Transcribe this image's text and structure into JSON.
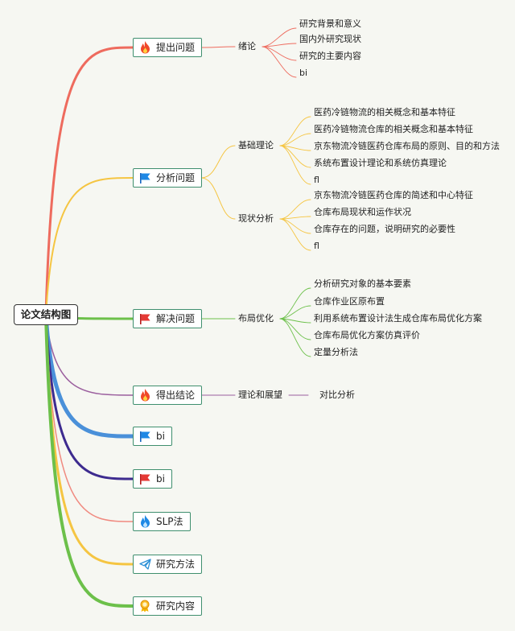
{
  "root": "论文结构图",
  "branches": [
    {
      "label": "提出问题",
      "icon": "fire-icon",
      "color": "#ee6b5e",
      "sub": [
        {
          "label": "绪论",
          "leaves": [
            "研究背景和意义",
            "国内外研究现状",
            "研究的主要内容",
            "bi"
          ]
        }
      ]
    },
    {
      "label": "分析问题",
      "icon": "blue-flag-icon",
      "color": "#f5c542",
      "sub": [
        {
          "label": "基础理论",
          "leaves": [
            "医药冷链物流的相关概念和基本特征",
            "医药冷链物流仓库的相关概念和基本特征",
            "京东物流冷链医药仓库布局的原则、目的和方法",
            "系统布置设计理论和系统仿真理论",
            "fl"
          ]
        },
        {
          "label": "现状分析",
          "leaves": [
            "京东物流冷链医药仓库的简述和中心特征",
            "仓库布局现状和运作状况",
            "仓库存在的问题，说明研究的必要性",
            "fl"
          ]
        }
      ]
    },
    {
      "label": "解决问题",
      "icon": "red-flag-icon",
      "color": "#6cc04a",
      "sub": [
        {
          "label": "布局优化",
          "leaves": [
            "分析研究对象的基本要素",
            "仓库作业区原布置",
            "利用系统布置设计法生成仓库布局优化方案",
            "仓库布局优化方案仿真评价",
            "定量分析法"
          ]
        }
      ]
    },
    {
      "label": "得出结论",
      "icon": "fire-icon",
      "color": "#9b5f9e",
      "sub": [
        {
          "label": "理论和展望",
          "leaves": [
            "对比分析"
          ]
        }
      ]
    },
    {
      "label": "bi",
      "icon": "blue-flag-icon",
      "color": "#4a90d9",
      "sub": []
    },
    {
      "label": "bi",
      "icon": "red-flag-icon",
      "color": "#3d2b8f",
      "sub": []
    },
    {
      "label": "SLP法",
      "icon": "blue-fire-icon",
      "color": "#f08a80",
      "sub": []
    },
    {
      "label": "研究方法",
      "icon": "paper-plane-icon",
      "color": "#f5c542",
      "sub": []
    },
    {
      "label": "研究内容",
      "icon": "award-icon",
      "color": "#6cc04a",
      "sub": []
    }
  ]
}
